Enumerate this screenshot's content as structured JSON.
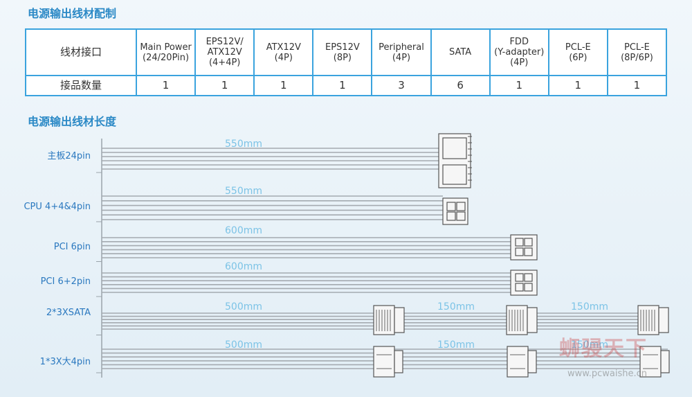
{
  "title_spec": "电源输出线材配制",
  "title_length": "电源输出线材长度",
  "table": {
    "row1_label": "线材接口",
    "row2_label": "接品数量",
    "columns": [
      {
        "name": "Main Power\n(24/20Pin)",
        "count": "1"
      },
      {
        "name": "EPS12V/\nATX12V\n(4+4P)",
        "count": "1"
      },
      {
        "name": "ATX12V\n(4P)",
        "count": "1"
      },
      {
        "name": "EPS12V\n(8P)",
        "count": "1"
      },
      {
        "name": "Peripheral\n(4P)",
        "count": "3"
      },
      {
        "name": "SATA",
        "count": "6"
      },
      {
        "name": "FDD\n(Y-adapter)\n(4P)",
        "count": "1"
      },
      {
        "name": "PCL-E\n(6P)",
        "count": "1"
      },
      {
        "name": "PCL-E\n(8P/6P)",
        "count": "1"
      }
    ]
  },
  "cables": [
    {
      "label": "主板24pin",
      "segments": [
        "550mm"
      ],
      "connector": "atx24"
    },
    {
      "label": "CPU 4+4&4pin",
      "segments": [
        "550mm"
      ],
      "connector": "eps"
    },
    {
      "label": "PCI 6pin",
      "segments": [
        "600mm"
      ],
      "connector": "pcie"
    },
    {
      "label": "PCI 6+2pin",
      "segments": [
        "600mm"
      ],
      "connector": "pcie"
    },
    {
      "label": "2*3XSATA",
      "segments": [
        "500mm",
        "150mm",
        "150mm"
      ],
      "connector": "sata"
    },
    {
      "label": "1*3X大4pin",
      "segments": [
        "500mm",
        "150mm",
        "150mm"
      ],
      "connector": "molex"
    }
  ],
  "watermark": {
    "logo": "蛳骎天下",
    "url": "www.pcwaishe.cn"
  },
  "colors": {
    "accent": "#2b89c6",
    "table_border": "#3aa3de",
    "length_text": "#7cc3e6"
  }
}
